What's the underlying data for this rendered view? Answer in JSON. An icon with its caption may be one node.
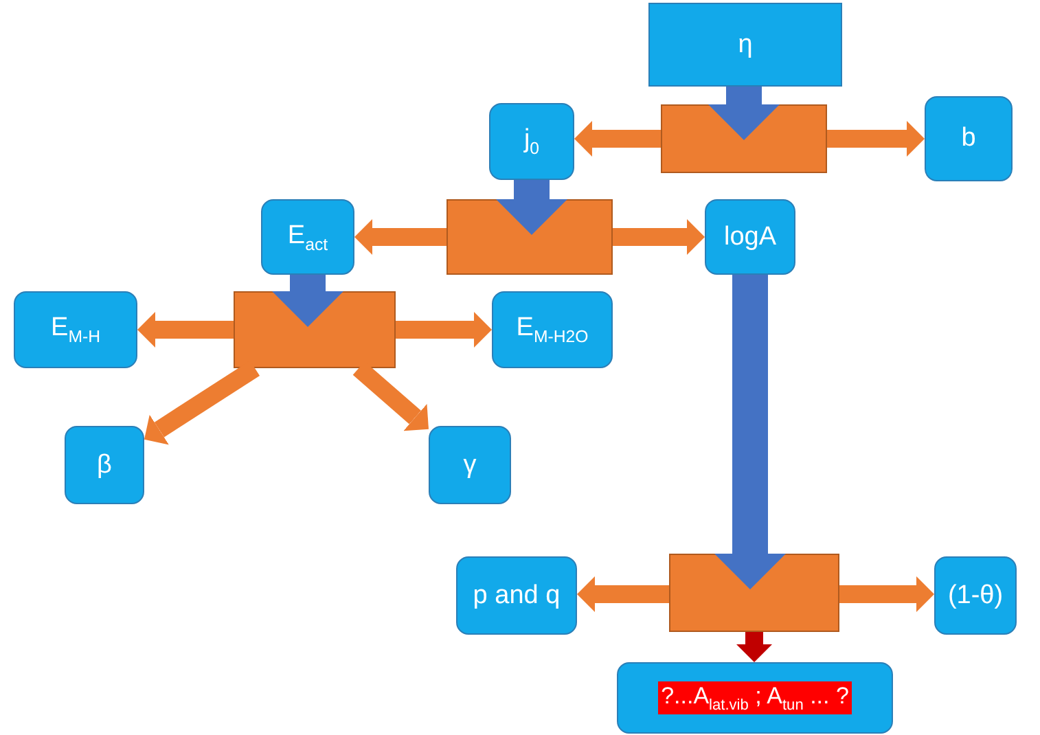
{
  "diagram": {
    "nodes": [
      {
        "text": [
          "η"
        ]
      },
      {
        "text": [],
        "shape": "box"
      },
      {
        "text": [
          "j$_{0}$"
        ]
      },
      {
        "text": [
          "b"
        ]
      },
      {
        "text": [],
        "shape": "box"
      },
      {
        "text": [
          "E$_{act}$"
        ]
      },
      {
        "text": [
          "logA"
        ]
      },
      {
        "text": [],
        "shape": "box"
      },
      {
        "text": [
          "E$_{M-H}$"
        ]
      },
      {
        "text": [
          "E$_{M-H2O}$"
        ]
      },
      {
        "text": [
          "β"
        ]
      },
      {
        "text": [
          "γ"
        ]
      },
      {
        "text": [],
        "shape": "box"
      },
      {
        "text": [
          "p and q"
        ]
      },
      {
        "text": [
          "(1-θ)"
        ]
      },
      {
        "text": [
          "?...A$_{lat.vib}$ ; A$_{tun}$ ... ?"
        ]
      }
    ],
    "edges": [
      {
        "from": 0,
        "to": 1,
        "arrow": "to",
        "style": "thick",
        "color": "#4472c4"
      },
      {
        "from": 1,
        "to": 2,
        "arrow": "to"
      },
      {
        "from": 1,
        "to": 3,
        "arrow": "to"
      },
      {
        "from": 2,
        "to": 4,
        "arrow": "to",
        "style": "thick",
        "color": "#4472c4"
      },
      {
        "from": 4,
        "to": 5,
        "arrow": "to"
      },
      {
        "from": 4,
        "to": 6,
        "arrow": "to"
      },
      {
        "from": 5,
        "to": 7,
        "arrow": "to",
        "style": "thick",
        "color": "#4472c4"
      },
      {
        "from": 7,
        "to": 8,
        "arrow": "to"
      },
      {
        "from": 7,
        "to": 9,
        "arrow": "to"
      },
      {
        "from": 7,
        "to": 10,
        "arrow": "to"
      },
      {
        "from": 7,
        "to": 11,
        "arrow": "to"
      },
      {
        "from": 6,
        "to": 12,
        "arrow": "to",
        "style": "thick",
        "color": "#4472c4"
      },
      {
        "from": 12,
        "to": 13,
        "arrow": "to"
      },
      {
        "from": 12,
        "to": 14,
        "arrow": "to"
      },
      {
        "from": 12,
        "to": 15,
        "arrow": "to",
        "color": "#c00000"
      }
    ]
  }
}
